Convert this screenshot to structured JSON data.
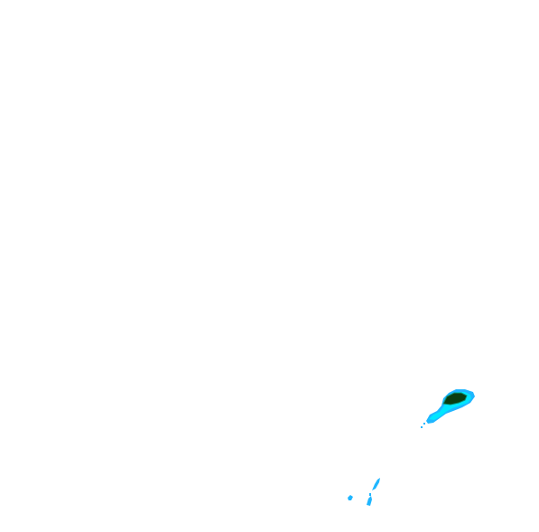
{
  "map": {
    "background": "#ffffff",
    "colors": {
      "outer_band": "#1fb6ff",
      "middle_band": "#00e6ff",
      "inner_core": "#0b3d10",
      "edge_dark": "#0a8c6e"
    },
    "features": [
      {
        "name": "main-echo-cell",
        "levels": [
          "outer",
          "middle",
          "inner"
        ]
      },
      {
        "name": "echo-fragment-west",
        "levels": [
          "outer"
        ]
      },
      {
        "name": "echo-fragment-south",
        "levels": [
          "outer"
        ]
      },
      {
        "name": "echo-fragment-tail",
        "levels": [
          "outer"
        ]
      }
    ]
  }
}
